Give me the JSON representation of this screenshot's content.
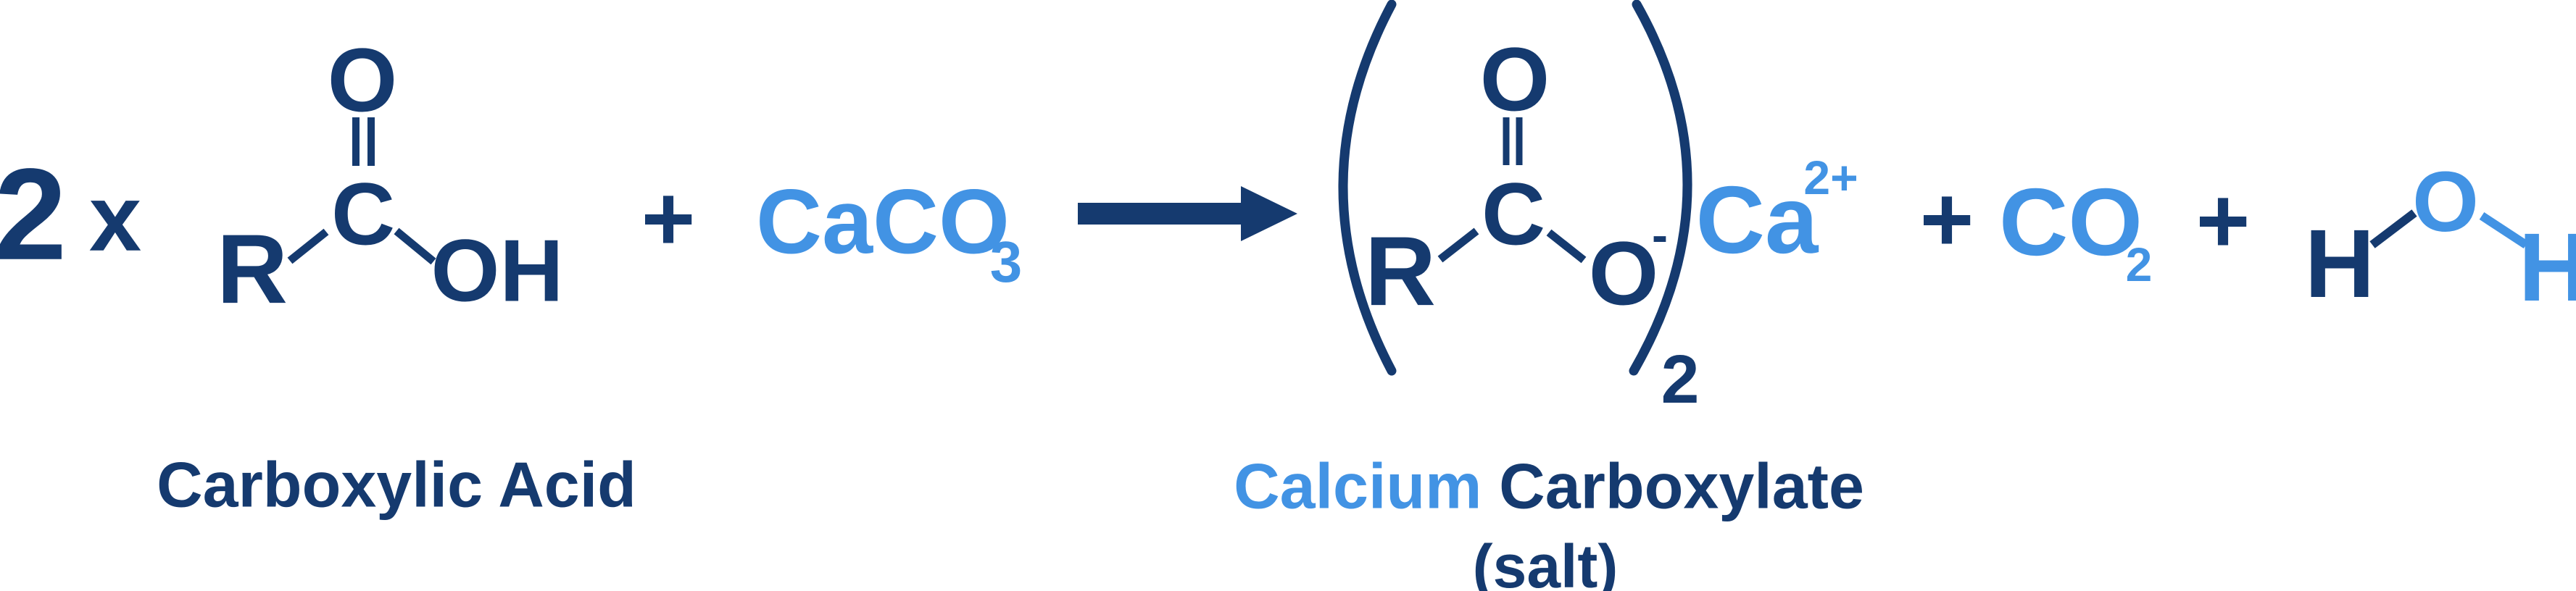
{
  "colors": {
    "dark_navy": "#153a6f",
    "light_blue": "#4293e4"
  },
  "reaction": {
    "coefficient": "2",
    "multiply_sign": "x",
    "plus_signs": [
      "+",
      "+",
      "+"
    ],
    "carboxylic_acid": {
      "r_group": "R",
      "carbonyl_carbon": "C",
      "carbonyl_oxygen": "O",
      "hydroxyl_group": "OH",
      "caption": "Carboxylic Acid"
    },
    "calcium_carbonate": {
      "formula": "CaCO",
      "subscript": "3"
    },
    "calcium_carboxylate": {
      "r_group": "R",
      "carbonyl_carbon": "C",
      "carbonyl_oxygen": "O",
      "oxygen_anion": "O",
      "anion_charge": "-",
      "group_subscript": "2",
      "caption_calcium": "Calcium",
      "caption_carboxylate": "Carboxylate",
      "caption_salt": "(salt)"
    },
    "calcium_cation": {
      "symbol": "Ca",
      "charge": "2+"
    },
    "carbon_dioxide": {
      "formula": "CO",
      "subscript": "2"
    },
    "water": {
      "hydrogen_left": "H",
      "oxygen": "O",
      "hydrogen_right": "H"
    }
  }
}
